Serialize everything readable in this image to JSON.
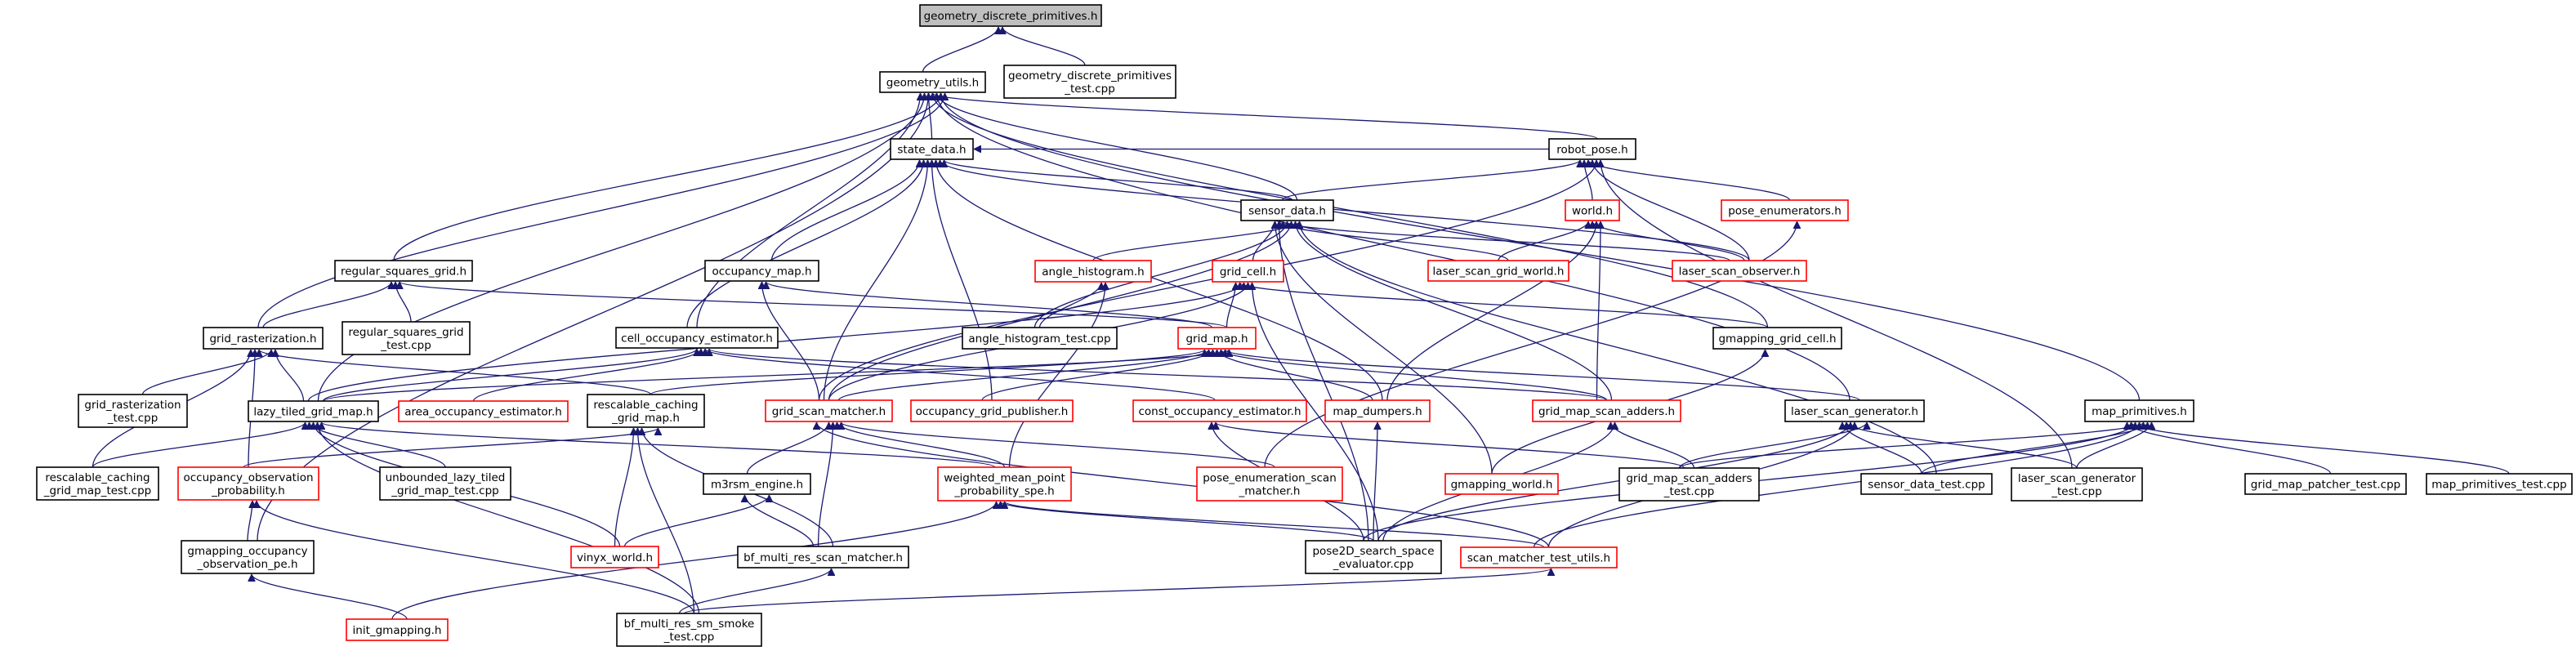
{
  "title": "geometry_discrete_primitives.h include dependency graph",
  "colors": {
    "edge": "#191970",
    "node_border": "#000000",
    "node_border_highlight": "#ff0000",
    "root_fill": "#bfbfbf"
  },
  "nodes": [
    {
      "id": "gdp",
      "label": [
        "geometry_discrete_primitives.h"
      ],
      "style": "root"
    },
    {
      "id": "gu",
      "label": [
        "geometry_utils.h"
      ],
      "style": "normal"
    },
    {
      "id": "gdpt",
      "label": [
        "geometry_discrete_primitives",
        "_test.cpp"
      ],
      "style": "normal"
    },
    {
      "id": "sd",
      "label": [
        "state_data.h"
      ],
      "style": "normal"
    },
    {
      "id": "rp",
      "label": [
        "robot_pose.h"
      ],
      "style": "normal"
    },
    {
      "id": "sens",
      "label": [
        "sensor_data.h"
      ],
      "style": "normal"
    },
    {
      "id": "world",
      "label": [
        "world.h"
      ],
      "style": "red"
    },
    {
      "id": "pe",
      "label": [
        "pose_enumerators.h"
      ],
      "style": "red"
    },
    {
      "id": "rsg",
      "label": [
        "regular_squares_grid.h"
      ],
      "style": "normal"
    },
    {
      "id": "rsgt",
      "label": [
        "regular_squares_grid",
        "_test.cpp"
      ],
      "style": "normal"
    },
    {
      "id": "om",
      "label": [
        "occupancy_map.h"
      ],
      "style": "normal"
    },
    {
      "id": "ah",
      "label": [
        "angle_histogram.h"
      ],
      "style": "red"
    },
    {
      "id": "gc",
      "label": [
        "grid_cell.h"
      ],
      "style": "red"
    },
    {
      "id": "lsgw",
      "label": [
        "laser_scan_grid_world.h"
      ],
      "style": "red"
    },
    {
      "id": "lso",
      "label": [
        "laser_scan_observer.h"
      ],
      "style": "red"
    },
    {
      "id": "gr",
      "label": [
        "grid_rasterization.h"
      ],
      "style": "normal"
    },
    {
      "id": "coe",
      "label": [
        "cell_occupancy_estimator.h"
      ],
      "style": "normal"
    },
    {
      "id": "aht",
      "label": [
        "angle_histogram_test.cpp"
      ],
      "style": "normal"
    },
    {
      "id": "gm",
      "label": [
        "grid_map.h"
      ],
      "style": "red"
    },
    {
      "id": "ggc",
      "label": [
        "gmapping_grid_cell.h"
      ],
      "style": "normal"
    },
    {
      "id": "grt",
      "label": [
        "grid_rasterization",
        "_test.cpp"
      ],
      "style": "normal"
    },
    {
      "id": "ltgm",
      "label": [
        "lazy_tiled_grid_map.h"
      ],
      "style": "normal"
    },
    {
      "id": "aoe",
      "label": [
        "area_occupancy_estimator.h"
      ],
      "style": "red"
    },
    {
      "id": "rcgm",
      "label": [
        "rescalable_caching",
        "_grid_map.h"
      ],
      "style": "normal"
    },
    {
      "id": "gsm",
      "label": [
        "grid_scan_matcher.h"
      ],
      "style": "red"
    },
    {
      "id": "ogp",
      "label": [
        "occupancy_grid_publisher.h"
      ],
      "style": "red"
    },
    {
      "id": "cooe",
      "label": [
        "const_occupancy_estimator.h"
      ],
      "style": "red"
    },
    {
      "id": "md",
      "label": [
        "map_dumpers.h"
      ],
      "style": "red"
    },
    {
      "id": "gmsa",
      "label": [
        "grid_map_scan_adders.h"
      ],
      "style": "red"
    },
    {
      "id": "lsg",
      "label": [
        "laser_scan_generator.h"
      ],
      "style": "normal"
    },
    {
      "id": "mp",
      "label": [
        "map_primitives.h"
      ],
      "style": "normal"
    },
    {
      "id": "rcgmt",
      "label": [
        "rescalable_caching",
        "_grid_map_test.cpp"
      ],
      "style": "normal"
    },
    {
      "id": "oop",
      "label": [
        "occupancy_observation",
        "_probability.h"
      ],
      "style": "red"
    },
    {
      "id": "ultgmt",
      "label": [
        "unbounded_lazy_tiled",
        "_grid_map_test.cpp"
      ],
      "style": "normal"
    },
    {
      "id": "m3",
      "label": [
        "m3rsm_engine.h"
      ],
      "style": "normal"
    },
    {
      "id": "wmp",
      "label": [
        "weighted_mean_point",
        "_probability_spe.h"
      ],
      "style": "red"
    },
    {
      "id": "pesm",
      "label": [
        "pose_enumeration_scan",
        "_matcher.h"
      ],
      "style": "red"
    },
    {
      "id": "gw",
      "label": [
        "gmapping_world.h"
      ],
      "style": "red"
    },
    {
      "id": "gmsat",
      "label": [
        "grid_map_scan_adders",
        "_test.cpp"
      ],
      "style": "normal"
    },
    {
      "id": "sdt",
      "label": [
        "sensor_data_test.cpp"
      ],
      "style": "normal"
    },
    {
      "id": "lsgt",
      "label": [
        "laser_scan_generator",
        "_test.cpp"
      ],
      "style": "normal"
    },
    {
      "id": "gmpt",
      "label": [
        "grid_map_patcher_test.cpp"
      ],
      "style": "normal"
    },
    {
      "id": "mpt",
      "label": [
        "map_primitives_test.cpp"
      ],
      "style": "normal"
    },
    {
      "id": "goope",
      "label": [
        "gmapping_occupancy",
        "_observation_pe.h"
      ],
      "style": "normal"
    },
    {
      "id": "vw",
      "label": [
        "vinyx_world.h"
      ],
      "style": "red"
    },
    {
      "id": "bfm",
      "label": [
        "bf_multi_res_scan_matcher.h"
      ],
      "style": "normal"
    },
    {
      "id": "p2d",
      "label": [
        "pose2D_search_space",
        "_evaluator.cpp"
      ],
      "style": "normal"
    },
    {
      "id": "smtu",
      "label": [
        "scan_matcher_test_utils.h"
      ],
      "style": "red"
    },
    {
      "id": "ig",
      "label": [
        "init_gmapping.h"
      ],
      "style": "red"
    },
    {
      "id": "bfst",
      "label": [
        "bf_multi_res_sm_smoke",
        "_test.cpp"
      ],
      "style": "normal"
    }
  ],
  "edges": [
    [
      "gu",
      "gdp"
    ],
    [
      "gdpt",
      "gdp"
    ],
    [
      "sd",
      "gu"
    ],
    [
      "rp",
      "gu"
    ],
    [
      "sens",
      "gu"
    ],
    [
      "rsg",
      "gu"
    ],
    [
      "gr",
      "gu"
    ],
    [
      "coe",
      "gu"
    ],
    [
      "ltgm",
      "gu"
    ],
    [
      "goope",
      "gu"
    ],
    [
      "ggc",
      "gu"
    ],
    [
      "lsg",
      "gu"
    ],
    [
      "mp",
      "gu"
    ],
    [
      "sens",
      "sd"
    ],
    [
      "om",
      "sd"
    ],
    [
      "coe",
      "sd"
    ],
    [
      "gsm",
      "sd"
    ],
    [
      "ogp",
      "sd"
    ],
    [
      "md",
      "sd"
    ],
    [
      "lso",
      "sd"
    ],
    [
      "rp",
      "sd"
    ],
    [
      "sens",
      "rp"
    ],
    [
      "world",
      "rp"
    ],
    [
      "pe",
      "rp"
    ],
    [
      "lso",
      "rp"
    ],
    [
      "gsm",
      "rp"
    ],
    [
      "lsgt",
      "rp"
    ],
    [
      "ah",
      "sens"
    ],
    [
      "gc",
      "sens"
    ],
    [
      "lsgw",
      "sens"
    ],
    [
      "lso",
      "sens"
    ],
    [
      "aht",
      "sens"
    ],
    [
      "gsm",
      "sens"
    ],
    [
      "gmsa",
      "sens"
    ],
    [
      "sdt",
      "sens"
    ],
    [
      "gw",
      "sens"
    ],
    [
      "p2d",
      "sens"
    ],
    [
      "lsgw",
      "world"
    ],
    [
      "lso",
      "world"
    ],
    [
      "md",
      "world"
    ],
    [
      "gmsa",
      "world"
    ],
    [
      "pesm",
      "pe"
    ],
    [
      "gr",
      "rsg"
    ],
    [
      "rsgt",
      "rsg"
    ],
    [
      "gm",
      "rsg"
    ],
    [
      "gsm",
      "om"
    ],
    [
      "gm",
      "om"
    ],
    [
      "aht",
      "ah"
    ],
    [
      "wmp",
      "ah"
    ],
    [
      "gm",
      "gc"
    ],
    [
      "ggc",
      "gc"
    ],
    [
      "ltgm",
      "gc"
    ],
    [
      "gsm",
      "gc"
    ],
    [
      "p2d",
      "gc"
    ],
    [
      "grt",
      "gr"
    ],
    [
      "ltgm",
      "gr"
    ],
    [
      "rcgmt",
      "gr"
    ],
    [
      "oop",
      "gr"
    ],
    [
      "rcgm",
      "gr"
    ],
    [
      "ltgm",
      "coe"
    ],
    [
      "aoe",
      "coe"
    ],
    [
      "cooe",
      "coe"
    ],
    [
      "gmsa",
      "coe"
    ],
    [
      "rcgm",
      "gm"
    ],
    [
      "gsm",
      "gm"
    ],
    [
      "ogp",
      "gm"
    ],
    [
      "md",
      "gm"
    ],
    [
      "gmsa",
      "gm"
    ],
    [
      "lsg",
      "gm"
    ],
    [
      "ltgm",
      "gm"
    ],
    [
      "gw",
      "ggc"
    ],
    [
      "rcgmt",
      "ltgm"
    ],
    [
      "ultgmt",
      "ltgm"
    ],
    [
      "vw",
      "ltgm"
    ],
    [
      "bfst",
      "ltgm"
    ],
    [
      "wmp",
      "ltgm"
    ],
    [
      "oop",
      "rcgm"
    ],
    [
      "vw",
      "rcgm"
    ],
    [
      "bfst",
      "rcgm"
    ],
    [
      "bfm",
      "rcgm"
    ],
    [
      "m3",
      "gsm"
    ],
    [
      "bfm",
      "gsm"
    ],
    [
      "wmp",
      "gsm"
    ],
    [
      "pesm",
      "gsm"
    ],
    [
      "smtu",
      "gsm"
    ],
    [
      "p2d",
      "cooe"
    ],
    [
      "gmsat",
      "cooe"
    ],
    [
      "p2d",
      "md"
    ],
    [
      "gmsat",
      "gmsa"
    ],
    [
      "p2d",
      "gmsa"
    ],
    [
      "gmsat",
      "lsg"
    ],
    [
      "sdt",
      "lsg"
    ],
    [
      "lsgt",
      "lsg"
    ],
    [
      "p2d",
      "lsg"
    ],
    [
      "smtu",
      "lsg"
    ],
    [
      "gmsat",
      "mp"
    ],
    [
      "sdt",
      "mp"
    ],
    [
      "lsgt",
      "mp"
    ],
    [
      "gmpt",
      "mp"
    ],
    [
      "mpt",
      "mp"
    ],
    [
      "p2d",
      "mp"
    ],
    [
      "smtu",
      "mp"
    ],
    [
      "goope",
      "oop"
    ],
    [
      "bfst",
      "oop"
    ],
    [
      "vw",
      "m3"
    ],
    [
      "bfm",
      "m3"
    ],
    [
      "ig",
      "wmp"
    ],
    [
      "p2d",
      "wmp"
    ],
    [
      "smtu",
      "wmp"
    ],
    [
      "ig",
      "goope"
    ],
    [
      "bfst",
      "bfm"
    ],
    [
      "bfst",
      "smtu"
    ]
  ]
}
